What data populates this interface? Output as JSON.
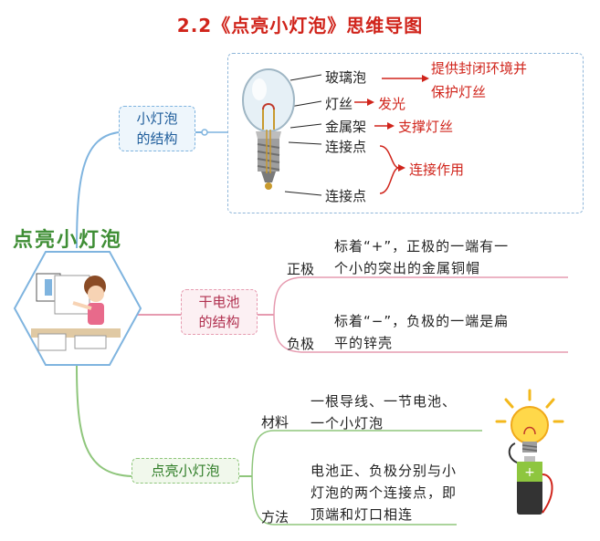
{
  "title": "2.2《点亮小灯泡》思维导图",
  "central": {
    "label": "点亮小灯泡",
    "illustration": "girl-with-bulb-drawing-illustration"
  },
  "branch_structure": {
    "label_line1": "小灯泡",
    "label_line2": "的结构",
    "parts": [
      {
        "name": "玻璃泡"
      },
      {
        "name": "灯丝"
      },
      {
        "name": "金属架"
      },
      {
        "name": "连接点"
      },
      {
        "name": "连接点"
      }
    ],
    "functions": {
      "glass_line1": "提供封闭环境并",
      "glass_line2": "保护灯丝",
      "filament": "发光",
      "frame": "支撑灯丝",
      "contacts": "连接作用"
    }
  },
  "branch_battery": {
    "label_line1": "干电池",
    "label_line2": "的结构",
    "positive": {
      "name": "正极",
      "line1": "标着“+”，正极的一端有一",
      "line2": "个小的突出的金属铜帽"
    },
    "negative": {
      "name": "负极",
      "line1": "标着“−”，负极的一端是扁",
      "line2": "平的锌壳"
    }
  },
  "branch_light": {
    "label": "点亮小灯泡",
    "materials": {
      "name": "材料",
      "line1": "一根导线、一节电池、",
      "line2": "一个小灯泡"
    },
    "method": {
      "name": "方法",
      "line1": "电池正、负极分别与小",
      "line2": "灯泡的两个连接点，即",
      "line3": "顶端和灯口相连"
    },
    "illustration": "lit-bulb-on-battery-illustration"
  },
  "colors": {
    "title": "#d0241b",
    "blue_branch": "#7fb4df",
    "pink_branch": "#e69bb0",
    "green_branch": "#8fc67c",
    "function_text": "#d0241b"
  }
}
